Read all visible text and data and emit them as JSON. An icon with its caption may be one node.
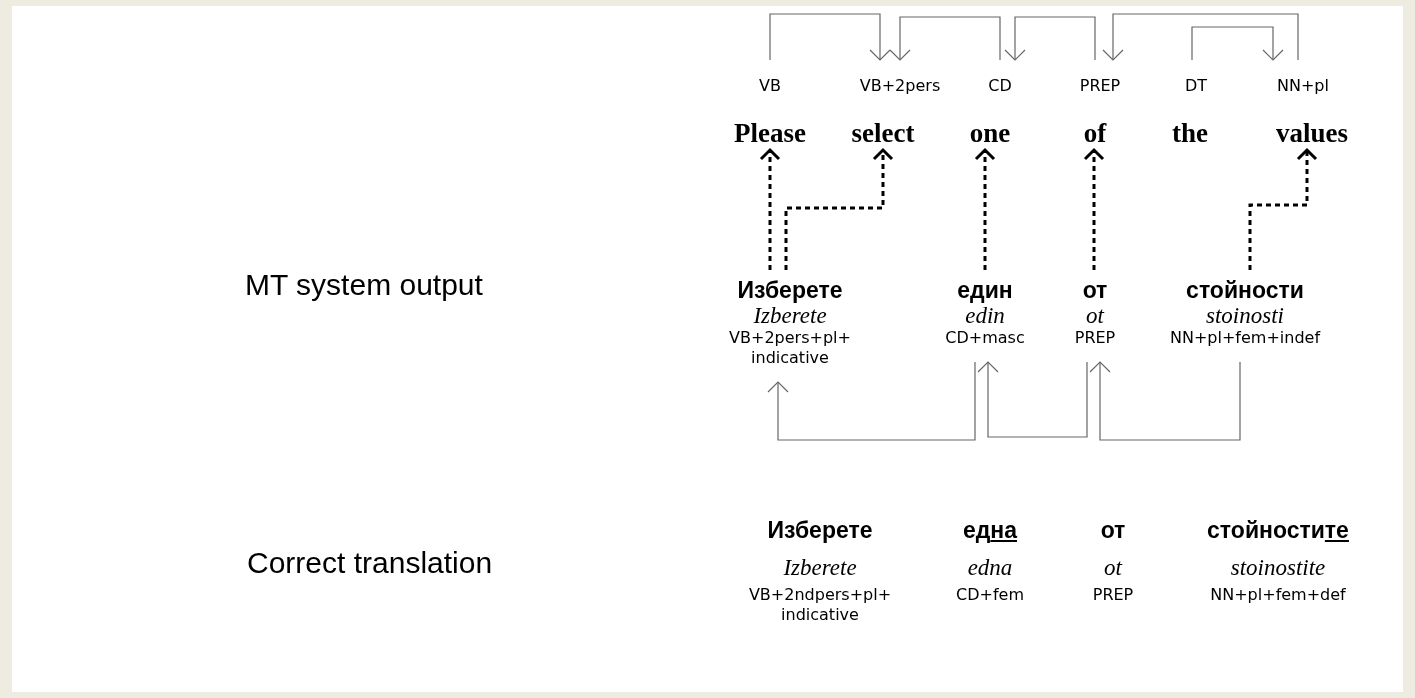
{
  "diagram": {
    "nodes": [
      {
        "text": [
          "VB"
        ]
      },
      {
        "text": [
          "VB+2pers"
        ]
      },
      {
        "text": [
          "CD"
        ]
      },
      {
        "text": [
          "PREP"
        ]
      },
      {
        "text": [
          "DT"
        ]
      },
      {
        "text": [
          "NN+pl"
        ]
      },
      {
        "text": [
          "Please"
        ]
      },
      {
        "text": [
          "select"
        ]
      },
      {
        "text": [
          "one"
        ]
      },
      {
        "text": [
          "of"
        ]
      },
      {
        "text": [
          "the"
        ]
      },
      {
        "text": [
          "values"
        ]
      },
      {
        "text": [
          "Изберете",
          "Izberete",
          "VB+2pers+pl+ indicative"
        ]
      },
      {
        "text": [
          "един",
          "edin",
          "CD+masc"
        ]
      },
      {
        "text": [
          "от",
          "ot",
          "PREP"
        ]
      },
      {
        "text": [
          "стойности",
          "stoinosti",
          "NN+pl+fem+indef"
        ]
      }
    ],
    "edges": [
      {
        "from": 0,
        "to": 1,
        "arrow": "to"
      },
      {
        "from": 2,
        "to": 1,
        "arrow": "to"
      },
      {
        "from": 3,
        "to": 2,
        "arrow": "to"
      },
      {
        "from": 5,
        "to": 3,
        "arrow": "to"
      },
      {
        "from": 4,
        "to": 5,
        "arrow": "to"
      },
      {
        "from": 12,
        "to": 6,
        "arrow": "to",
        "style": "dashed",
        "color": "#000000"
      },
      {
        "from": 12,
        "to": 7,
        "arrow": "to",
        "style": "dashed",
        "color": "#000000"
      },
      {
        "from": 13,
        "to": 8,
        "arrow": "to",
        "style": "dashed",
        "color": "#000000"
      },
      {
        "from": 14,
        "to": 9,
        "arrow": "to",
        "style": "dashed",
        "color": "#000000"
      },
      {
        "from": 15,
        "to": 11,
        "arrow": "to",
        "style": "dashed",
        "color": "#000000"
      },
      {
        "from": 13,
        "to": 12,
        "arrow": "to"
      },
      {
        "from": 14,
        "to": 13,
        "arrow": "to"
      },
      {
        "from": 15,
        "to": 14,
        "arrow": "to"
      }
    ],
    "labels": [
      "MT system output",
      "Correct translation",
      "Изберете",
      "една",
      "от",
      "стойностите",
      "Izberete",
      "edna",
      "ot",
      "stoinostite",
      "VB+2ndpers+pl+ indicative",
      "CD+fem",
      "PREP",
      "NN+pl+fem+def"
    ]
  }
}
